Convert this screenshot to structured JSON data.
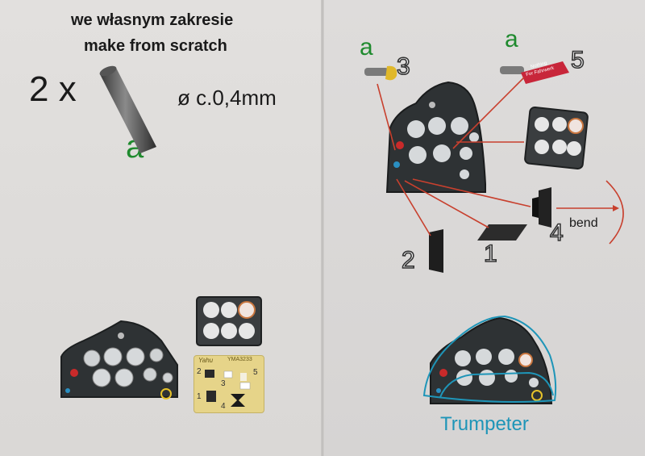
{
  "left": {
    "header_pl": "we własnym zakresie",
    "header_en": "make from scratch",
    "quantity": "2 x",
    "diameter": "ø c.0,4mm",
    "part_letter": "a"
  },
  "right": {
    "label_a_left": "a",
    "label_a_right": "a",
    "num_1": "1",
    "num_2": "2",
    "num_3": "3",
    "num_4": "4",
    "num_5": "5",
    "bend": "bend",
    "placard_line1": "Nothing",
    "placard_line2": "For Fahrwerk",
    "trumpeter": "Trumpeter"
  },
  "fret": {
    "brand": "Yahu",
    "code": "YMA3233",
    "nums": [
      "2",
      "3",
      "5",
      "1",
      "4"
    ]
  },
  "colors": {
    "accent_green": "#1f8a2e",
    "arrow_red": "#c8402e",
    "trumpeter_blue": "#1e95b8",
    "panel_dark": "#2e3234"
  }
}
